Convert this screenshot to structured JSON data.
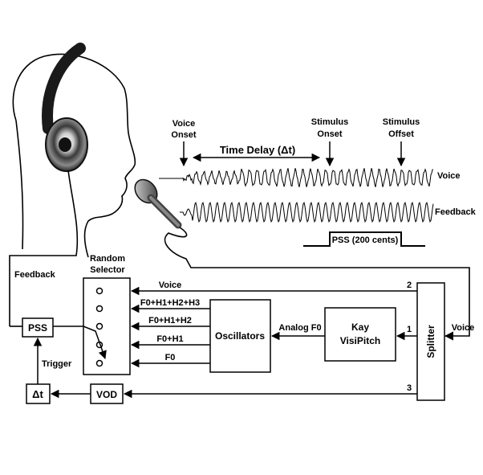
{
  "timeline": {
    "voice_onset": [
      "Voice",
      "Onset"
    ],
    "time_delay": "Time Delay (Δt)",
    "stimulus_onset": [
      "Stimulus",
      "Onset"
    ],
    "stimulus_offset": [
      "Stimulus",
      "Offset"
    ],
    "voice_trace": "Voice",
    "feedback_trace": "Feedback",
    "pss_pulse": "PSS (200 cents)"
  },
  "labels": {
    "feedback": "Feedback",
    "random_selector": [
      "Random",
      "Selector"
    ],
    "trigger": "Trigger",
    "analog_f0": "Analog F0",
    "voice_in": "Voice"
  },
  "selector_inputs": [
    "Voice",
    "F0+H1+H2+H3",
    "F0+H1+H2",
    "F0+H1",
    "F0"
  ],
  "blocks": {
    "pss": "PSS",
    "delta_t": "Δt",
    "vod": "VOD",
    "oscillators": "Oscillators",
    "kay": [
      "Kay",
      "VisiPitch"
    ],
    "splitter": "Splitter"
  },
  "channel_numbers": [
    "2",
    "1",
    "3"
  ],
  "colors": {
    "ink": "#000000",
    "headphone_band": "#1a1a1a",
    "earcup": "#7a7a7a"
  }
}
